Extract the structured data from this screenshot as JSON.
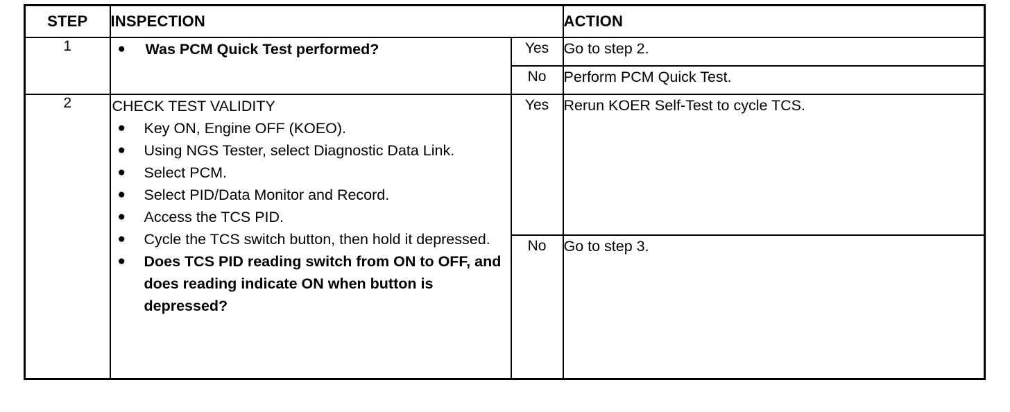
{
  "table": {
    "headers": {
      "step": "STEP",
      "inspection": "INSPECTION",
      "action": "ACTION"
    },
    "rows": [
      {
        "step": "1",
        "inspection": {
          "heading": "",
          "heading_bold": false,
          "items": [
            {
              "text": "Was PCM Quick Test performed?",
              "bold": true
            }
          ]
        },
        "branches": [
          {
            "label": "Yes",
            "action": "Go to step 2."
          },
          {
            "label": "No",
            "action": "Perform PCM Quick Test."
          }
        ]
      },
      {
        "step": "2",
        "inspection": {
          "heading": "CHECK TEST VALIDITY",
          "heading_bold": false,
          "items": [
            {
              "text": "Key ON, Engine OFF (KOEO).",
              "bold": false
            },
            {
              "text": "Using NGS Tester, select Diagnostic Data Link.",
              "bold": false
            },
            {
              "text": "Select PCM.",
              "bold": false
            },
            {
              "text": "Select PID/Data Monitor and Record.",
              "bold": false
            },
            {
              "text": "Access the TCS PID.",
              "bold": false
            },
            {
              "text": "Cycle the TCS switch button, then hold it depressed.",
              "bold": false
            },
            {
              "text": "Does TCS PID reading switch from ON to OFF, and does reading indicate ON when button is depressed?",
              "bold": true
            }
          ]
        },
        "branches": [
          {
            "label": "Yes",
            "action": "Rerun KOER Self-Test to cycle TCS."
          },
          {
            "label": "No",
            "action": "Go to step 3."
          }
        ]
      }
    ],
    "bullet_glyph": "●"
  },
  "colors": {
    "ink": "#000000",
    "page": "#ffffff"
  }
}
